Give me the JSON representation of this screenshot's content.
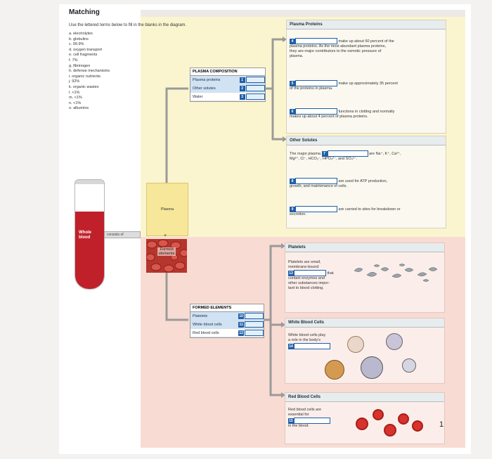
{
  "page_number": "1",
  "title": "Matching",
  "instructions": "Use the lettered terms below to fill in the blanks in the diagram.",
  "terms": [
    "a. electrolytes",
    "b. globulins",
    "c. 99.9%",
    "d. oxygen transport",
    "e. cell fragments",
    "f. 7%",
    "g. fibrinogen",
    "h. defense mechanisms",
    "i. organic nutrients",
    "j. 92%",
    "k. organic wastes",
    "l. <1%",
    "m. <1%",
    "n. <1%",
    "o. albumins"
  ],
  "whole_blood": {
    "label_line1": "Whole",
    "label_line2": "blood",
    "consists_of": "consists of"
  },
  "plasma_label": "Plasma",
  "formed_label_line1": "Formed",
  "formed_label_line2": "elements",
  "plus": "+",
  "plasma_composition": {
    "header": "PLASMA COMPOSITION",
    "rows": [
      {
        "label": "Plasma proteins",
        "num": "1"
      },
      {
        "label": "Other solutes",
        "num": "2"
      },
      {
        "label": "Water",
        "num": "3"
      }
    ]
  },
  "formed_elements": {
    "header": "FORMED ELEMENTS",
    "rows": [
      {
        "label": "Platelets",
        "num": "10"
      },
      {
        "label": "White blood cells",
        "num": "11"
      },
      {
        "label": "Red blood cells",
        "num": "12"
      }
    ]
  },
  "plasma_proteins": {
    "header": "Plasma Proteins",
    "q4_num": "4",
    "q4_text_a": "make up about 60 percent of the",
    "q4_text_b": "plasma proteins. As the most abundant plasma proteins,",
    "q4_text_c": "they are major contributors to the osmotic pressure of",
    "q4_text_d": "plasma.",
    "q5_num": "5",
    "q5_text_a": "make up approximately 35 percent",
    "q5_text_b": "of the proteins in plasma.",
    "q6_num": "6",
    "q6_text_a": "functions in clotting and normally",
    "q6_text_b": "makes up about 4 percent of plasma proteins."
  },
  "other_solutes": {
    "header": "Other Solutes",
    "q7_pre": "The major plasma",
    "q7_num": "7",
    "q7_post": "are Na⁺, K⁺, Ca²⁺,",
    "q7_line2": "Mg²⁺, Cl⁻, HCO₃⁻, HPO₄²⁻, and SO₄²⁻.",
    "q8_num": "8",
    "q8_text_a": "are used for ATP production,",
    "q8_text_b": "growth, and maintenance of cells.",
    "q9_num": "9",
    "q9_text_a": "are carried to sites for breakdown or",
    "q9_text_b": "excretion."
  },
  "platelets": {
    "header": "Platelets",
    "line1": "Platelets are small,",
    "line2": "membrane-bound",
    "num": "13",
    "line3": "that",
    "line4": "contain enzymes and",
    "line5": "other substances impor-",
    "line6": "tant to blood clotting."
  },
  "white_cells": {
    "header": "White Blood Cells",
    "line1": "White blood cells play",
    "line2": "a role in the body's",
    "num": "14"
  },
  "red_cells": {
    "header": "Red Blood Cells",
    "line1": "Red blood cells are",
    "line2": "essential for",
    "num": "15",
    "line3": "in the blood."
  },
  "colors": {
    "accent": "#1f5fa8",
    "plasma": "#fbf5cf",
    "formed": "#f8dcd3",
    "blood": "#c0202a"
  }
}
